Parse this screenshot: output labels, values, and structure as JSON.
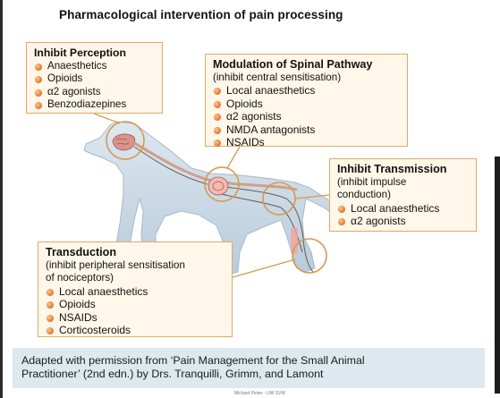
{
  "title": "Pharmacological intervention of pain processing",
  "boxes": {
    "perception": {
      "heading": "Inhibit Perception",
      "items": [
        "Anaesthetics",
        "Opioids",
        "α2 agonists",
        "Benzodiazepines"
      ]
    },
    "spinal": {
      "heading": "Modulation of Spinal Pathway",
      "subtitle": "(inhibit central sensitisation)",
      "items": [
        "Local anaesthetics",
        "Opioids",
        "α2 agonists",
        "NMDA antagonists",
        "NSAIDs"
      ]
    },
    "transmission": {
      "heading": "Inhibit Transmission",
      "subtitle_1": "(inhibit impulse",
      "subtitle_2": "conduction)",
      "items": [
        "Local anaesthetics",
        "α2 agonists"
      ]
    },
    "transduction": {
      "heading": "Transduction",
      "subtitle_1": "(inhibit peripheral sensitisation",
      "subtitle_2": "of nociceptors)",
      "items": [
        "Local anaesthetics",
        "Opioids",
        "NSAIDs",
        "Corticosteroids"
      ]
    }
  },
  "caption": {
    "line_1": "Adapted with permission from ‘Pain Management for the Small Animal",
    "line_2": "Practitioner’ (2nd edn.) by Drs. Tranquilli, Grimm, and Lamont"
  },
  "footer_mark": "Michael Pinter · UW SVM",
  "colors": {
    "box_fill": "#fff7e9",
    "box_border": "#e3a868",
    "bullet": "#e8863f",
    "dog_body": "#cfdde9",
    "callout_ring": "#d69a4c",
    "caption_bg": "#dde8ef"
  }
}
